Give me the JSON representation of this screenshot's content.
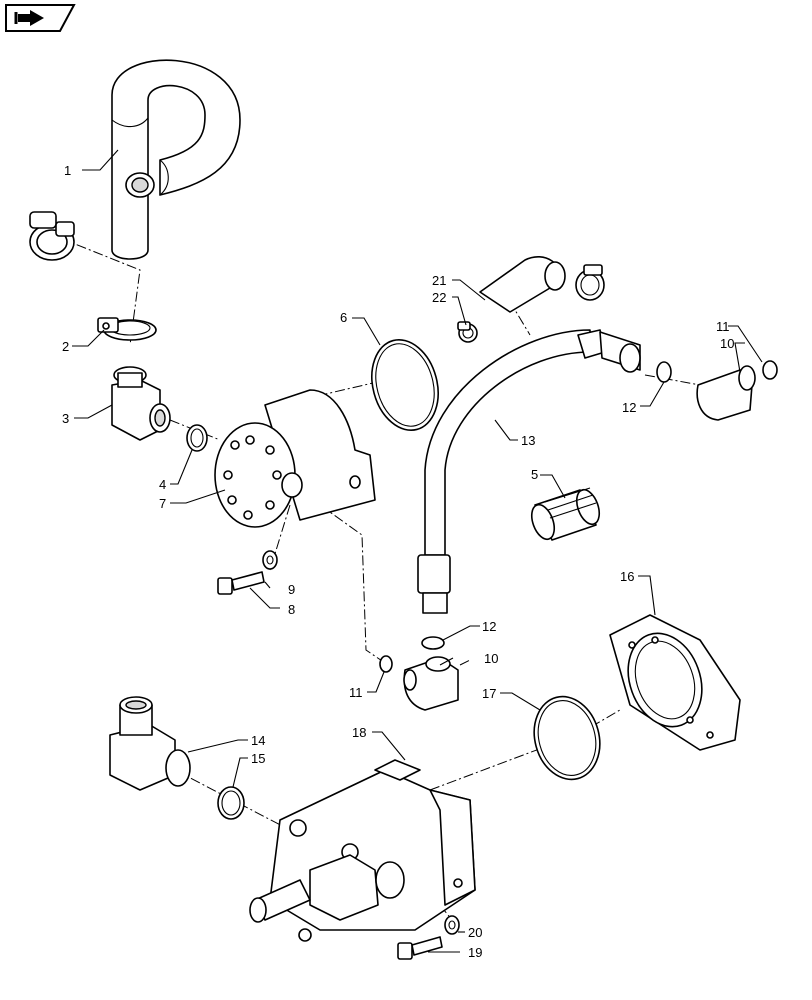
{
  "icons": {
    "nav": "next-page-arrow-icon"
  },
  "callouts": {
    "c1": "1",
    "c2": "2",
    "c3": "3",
    "c4": "4",
    "c5": "5",
    "c6": "6",
    "c7": "7",
    "c8": "8",
    "c9": "9",
    "c10a": "10",
    "c10b": "10",
    "c11a": "11",
    "c11b": "11",
    "c12a": "12",
    "c12b": "12",
    "c13": "13",
    "c14": "14",
    "c15": "15",
    "c16": "16",
    "c17": "17",
    "c18": "18",
    "c19": "19",
    "c20": "20",
    "c21": "21",
    "c22": "22"
  },
  "colors": {
    "ink": "#000000",
    "background": "#ffffff",
    "shade": "#d9d9d9"
  }
}
